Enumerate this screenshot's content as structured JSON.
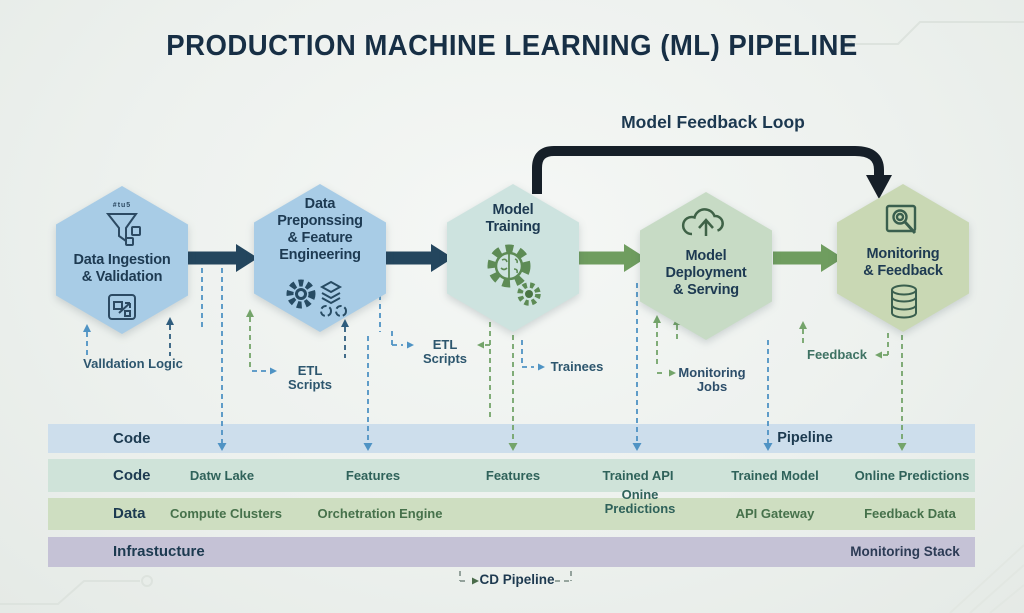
{
  "title": "PRODUCTION MACHINE LEARNING (ML) PIPELINE",
  "feedback_loop_label": "Model Feedback Loop",
  "stages": [
    {
      "title": "Data Ingestion\n& Validation",
      "icon_caption": "#tu5",
      "icons": [
        "funnel-icon",
        "export-box-icon"
      ]
    },
    {
      "title": "Data\nPreponssing\n& Feature\nEngineering",
      "icons": [
        "gear-icon",
        "layers-icon"
      ]
    },
    {
      "title": "Model\nTraining",
      "icons": [
        "brain-gear-icon",
        "small-gear-icon"
      ]
    },
    {
      "title": "Model\nDeployment\n& Serving",
      "icons": [
        "cloud-upload-icon"
      ]
    },
    {
      "title": "Monitoring\n& Feedback",
      "icons": [
        "doc-search-icon",
        "database-icon"
      ]
    }
  ],
  "callouts": {
    "validation_logic": "Valldation Logic",
    "etl_scripts_1": "ETL Scripts",
    "etl_scripts_2": "ETL Scripts",
    "trainees": "Trainees",
    "monitoring_jobs": "Monitoring\nJobs",
    "feedback": "Feedback",
    "cd_pipeline": "CD Pipeline"
  },
  "bands": {
    "row1": {
      "header": "Code",
      "pipeline_label": "Pipeline"
    },
    "row2": {
      "header": "Code",
      "cells": [
        "Datw Lake",
        "Features",
        "Features",
        "Trained API",
        "Trained Model",
        "Online Predictions"
      ]
    },
    "row3": {
      "header": "Data",
      "cells": [
        "Compute Clusters",
        "Orchetration Engine",
        "Onine\nPredictions",
        "API Gateway",
        "Feedback Data"
      ]
    },
    "row4": {
      "header": "Infrastucture",
      "cells": [
        "Monitoring Stack"
      ]
    }
  },
  "colors": {
    "title_navy": "#172f45",
    "hex_blue": "#a8cce6",
    "hex_teal": "#cde3df",
    "hex_green": "#c7dbc5",
    "hex_olive": "#c9d8b4",
    "arrow_navy": "#24465e",
    "arrow_green": "#6f9d5f",
    "loop_black": "#161f28",
    "dashed_blue": "#4f93c4",
    "dashed_navy": "#2f5d7e",
    "dashed_green": "#74a46a",
    "band_code_blue": "#cddeec",
    "band_code_teal": "#cfe3d9",
    "band_data_green": "#cedec1",
    "band_infra_purple": "#c5c2d6"
  }
}
